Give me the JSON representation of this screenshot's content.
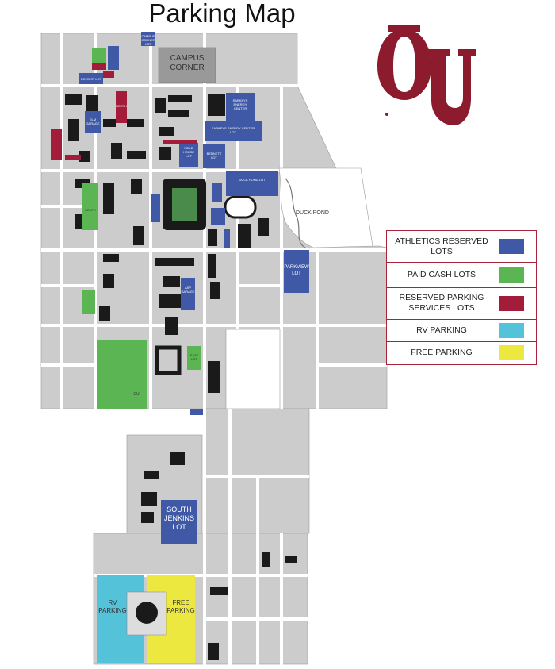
{
  "title": "Parking Map",
  "colors": {
    "athletics": "#3f59a6",
    "paid_cash": "#5bb552",
    "reserved": "#a31d3a",
    "rv": "#54c2d9",
    "free": "#ece83f",
    "ground": "#cccccc",
    "building": "#1a1a1a",
    "logo": "#8c1b2e"
  },
  "legend": [
    {
      "label_lines": [
        "ATHLETICS RESERVED",
        "LOTS"
      ],
      "swatch": "athletics"
    },
    {
      "label_lines": [
        "PAID CASH LOTS"
      ],
      "swatch": "paid_cash"
    },
    {
      "label_lines": [
        "RESERVED PARKING",
        "SERVICES LOTS"
      ],
      "swatch": "reserved"
    },
    {
      "label_lines": [
        "RV PARKING"
      ],
      "swatch": "rv"
    },
    {
      "label_lines": [
        "FREE PARKING"
      ],
      "swatch": "free"
    }
  ],
  "labels": {
    "campus_corner": [
      "CAMPUS",
      "CORNER"
    ],
    "duck_pond": "DUCK POND",
    "parkview_lot": [
      "PARKVIEW",
      "LOT"
    ],
    "south_jenkins_lot": [
      "SOUTH",
      "JENKINS",
      "LOT"
    ],
    "rv_parking": [
      "RV",
      "PARKING"
    ],
    "free_parking": [
      "FREE",
      "PARKING"
    ],
    "campus_corner_lot": [
      "CAMPUS",
      "CORNER",
      "LOT"
    ],
    "boyd_st_lot": "BOYD ST LOT",
    "duck_pond_lot": "DUCK POND LOT",
    "field_house_lot": [
      "FIELD",
      "HOUSE",
      "LOT"
    ],
    "bennett_lot": [
      "BENNETT",
      "LOT"
    ],
    "sarkeys_lot": [
      "SARKEYS ENERGY CENTER",
      "LOT"
    ],
    "sarkeys_center": [
      "SARKEYS",
      "ENERGY",
      "CENTER"
    ],
    "elm_garage": [
      "ELM",
      "GARAGE"
    ],
    "asp_garage": [
      "ASP",
      "GARAGE"
    ],
    "east_lot": [
      "EAST",
      "LOT"
    ],
    "cu_lot": "CU",
    "south_lot": "SOUTH",
    "north_lot": "NORTH"
  }
}
